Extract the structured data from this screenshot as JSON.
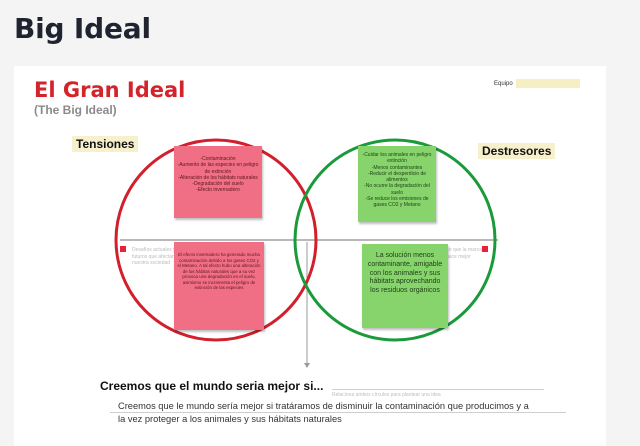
{
  "page": {
    "title": "Big Ideal"
  },
  "board": {
    "title": "El Gran Ideal",
    "subtitle": "(The Big Ideal)",
    "team_label": "Equipo",
    "tensions_label": "Tensiones",
    "strengths_label": "Destresores",
    "hint_left": "Desafíos actuales y futuros que afectan a nuestra sociedad",
    "hint_right": "Lo que la marca hace mejor",
    "notes": {
      "tensions_list": [
        "-Contaminación",
        "-Aumento de las especies en peligro de extinción",
        "-Alteración de los hábitats naturales",
        "-Degradación del suelo",
        "-Efecto invernadero"
      ],
      "tensions_detail": "El efecto invernadero ha generado mucha contaminación debido a los gases CO2 y el Metano. A tal efecto hubo una alteración de los hábitas naturales que a su vez provoca una degradación en el suelo, asimismo se incrementa el peligro de extinción de las especies",
      "strengths_list": [
        "-Cuidar los animales en peligro extinción",
        "-Menos contaminantes",
        "-Reducir el desperdicio de alimentos",
        "-No ocurre la degradación del suelo",
        "-Se reduce los emisiones de gases CO2 y Metano"
      ],
      "strengths_detail": "La solución menos contaminante, amigable con los animales y sus hábitats aprovechando los residuos orgánicos"
    },
    "believe": {
      "heading": "Creemos que el mundo seria mejor si...",
      "hint": "Relaciona ambos círculos para plantear una idea",
      "text": "Creemos que le mundo sería mejor si tratáramos de disminuir la contaminación que producimos y a la vez proteger a los animales y sus hábitats naturales"
    },
    "colors": {
      "title_red": "#d3242b",
      "circle_red": "#d21f2c",
      "circle_green": "#1a9a3a",
      "sticky_red": "#f16f84",
      "sticky_green": "#86d46b"
    }
  }
}
